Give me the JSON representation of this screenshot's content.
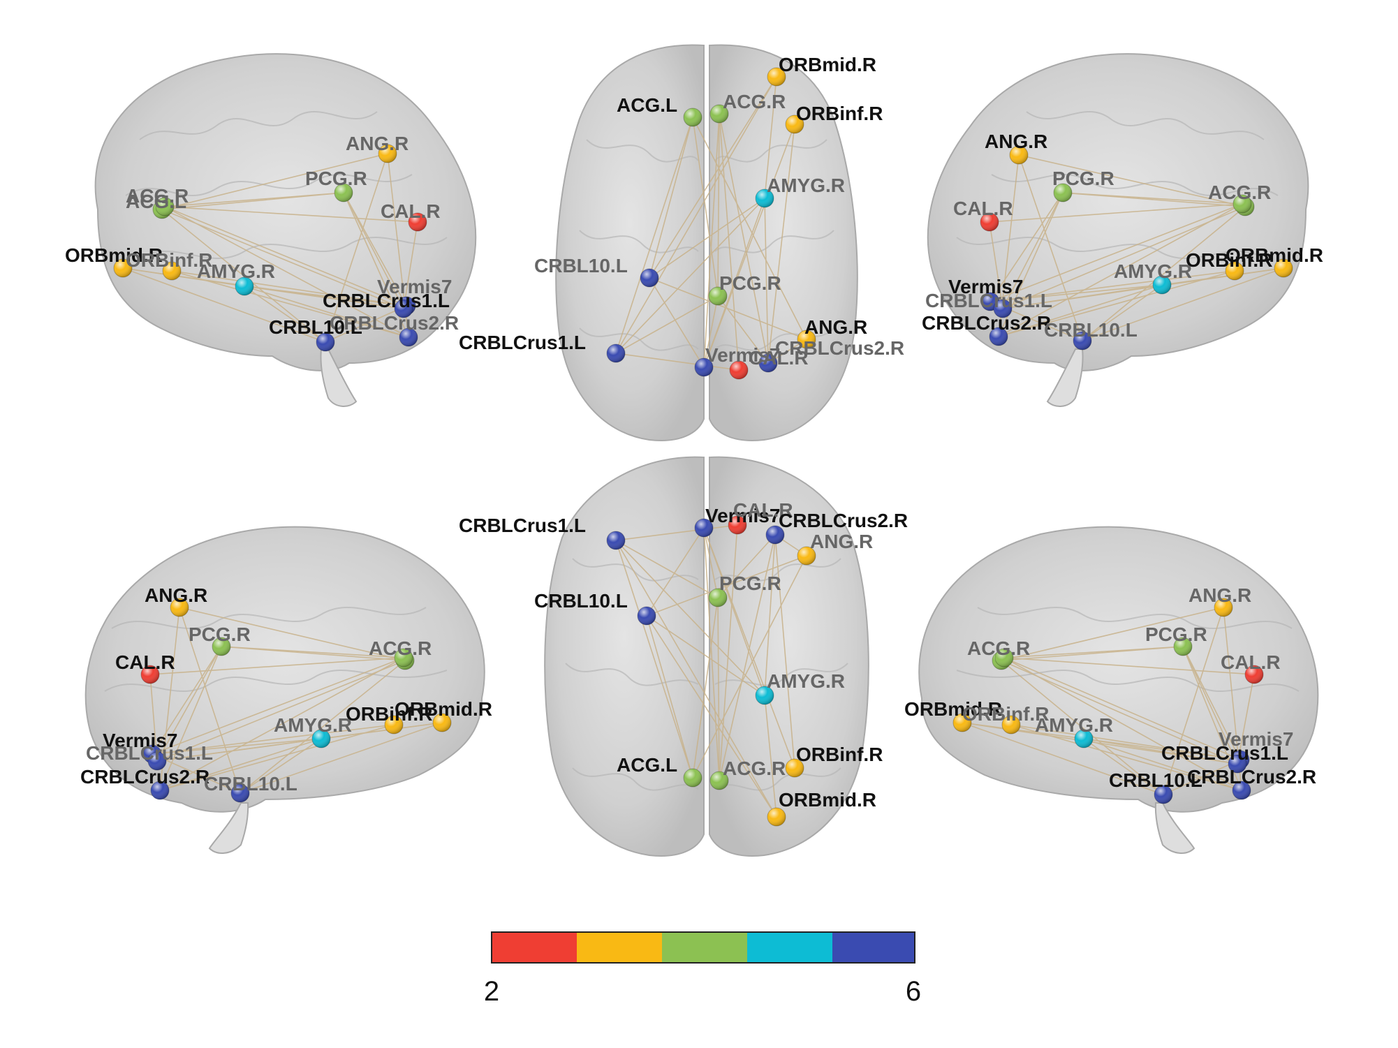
{
  "colors": {
    "level2": "#ef3e33",
    "level3": "#f9b914",
    "level4": "#8cc152",
    "level5": "#0dbcd4",
    "level6": "#3a4bb1",
    "brain_fill": "#d6d6d6",
    "edge": "#c8b28a"
  },
  "colorbar": {
    "min_label": "2",
    "max_label": "6",
    "segments": [
      "#ef3e33",
      "#f9b914",
      "#8cc152",
      "#0dbcd4",
      "#3a4bb1"
    ]
  },
  "nodes": [
    {
      "id": "ORBmid.R",
      "label": "ORBmid.R",
      "degree": 3
    },
    {
      "id": "ORBinf.R",
      "label": "ORBinf.R",
      "degree": 3
    },
    {
      "id": "ANG.R",
      "label": "ANG.R",
      "degree": 3
    },
    {
      "id": "ACG.L",
      "label": "ACG.L",
      "degree": 4
    },
    {
      "id": "ACG.R",
      "label": "ACG.R",
      "degree": 4
    },
    {
      "id": "PCG.R",
      "label": "PCG.R",
      "degree": 4
    },
    {
      "id": "CAL.R",
      "label": "CAL.R",
      "degree": 2
    },
    {
      "id": "AMYG.R",
      "label": "AMYG.R",
      "degree": 5
    },
    {
      "id": "CRBLCrus1.L",
      "label": "CRBLCrus1.L",
      "degree": 6
    },
    {
      "id": "CRBLCrus2.R",
      "label": "CRBLCrus2.R",
      "degree": 6
    },
    {
      "id": "CRBL10.L",
      "label": "CRBL10.L",
      "degree": 6
    },
    {
      "id": "Vermis7",
      "label": "Vermis7",
      "degree": 6
    }
  ],
  "views": [
    {
      "id": "sagittal-left-top",
      "name": "left lateral view"
    },
    {
      "id": "axial-top",
      "name": "dorsal view"
    },
    {
      "id": "sagittal-right-top",
      "name": "right lateral view"
    },
    {
      "id": "sagittal-left-bottom",
      "name": "left medial view"
    },
    {
      "id": "axial-bottom",
      "name": "ventral view"
    },
    {
      "id": "sagittal-right-bottom",
      "name": "right medial view"
    }
  ]
}
